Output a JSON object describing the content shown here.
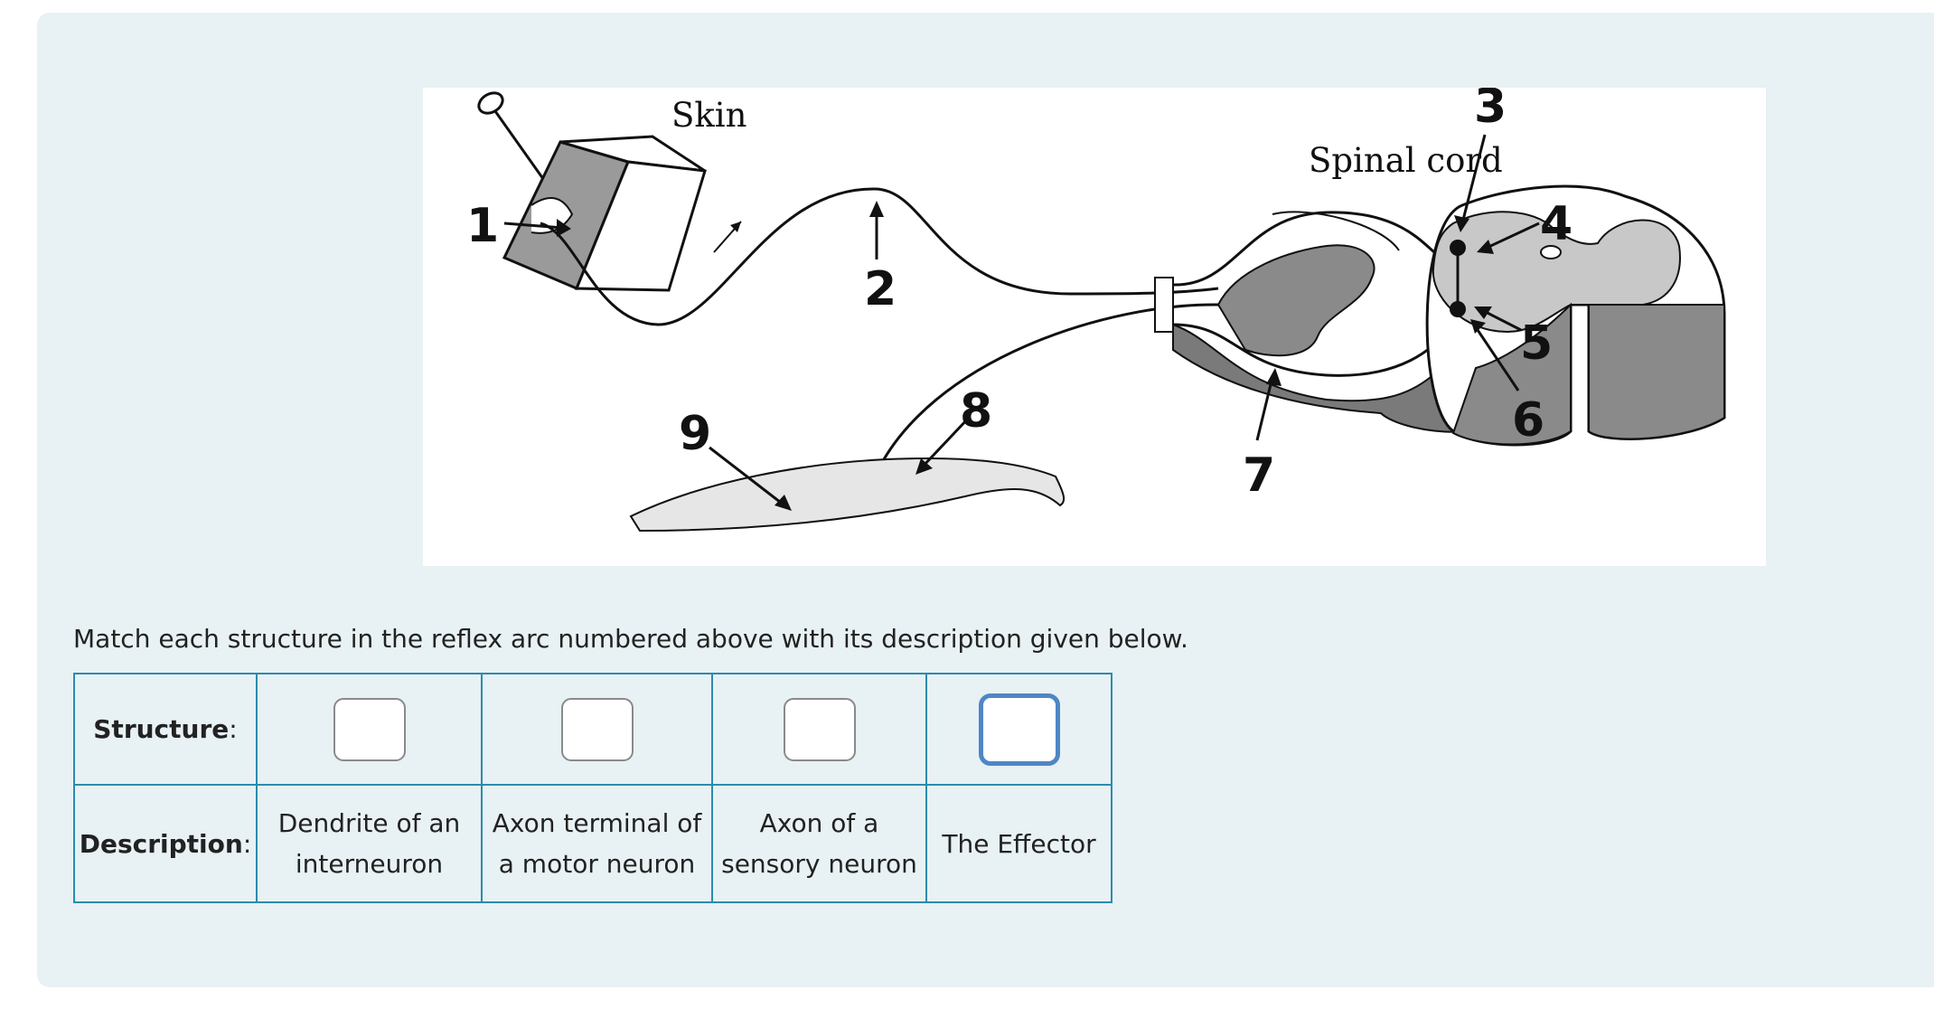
{
  "figure": {
    "labels": {
      "skin": "Skin",
      "spinal_cord": "Spinal cord",
      "n1": "1",
      "n2": "2",
      "n3": "3",
      "n4": "4",
      "n5": "5",
      "n6": "6",
      "n7": "7",
      "n8": "8",
      "n9": "9"
    }
  },
  "prompt": "Match each structure in the reflex arc numbered above with its description given below.",
  "table": {
    "structure_header": "Structure",
    "description_header": "Description",
    "colon": ":",
    "columns": [
      {
        "description": "Dendrite of an interneuron",
        "answer": ""
      },
      {
        "description": "Axon terminal of a motor neuron",
        "answer": ""
      },
      {
        "description": "Axon of a sensory neuron",
        "answer": ""
      },
      {
        "description": "The Effector",
        "answer": ""
      }
    ]
  },
  "colors": {
    "panel_bg": "#e8f1f4",
    "table_border": "#2a8cad",
    "focus_border": "#4f86c6"
  }
}
